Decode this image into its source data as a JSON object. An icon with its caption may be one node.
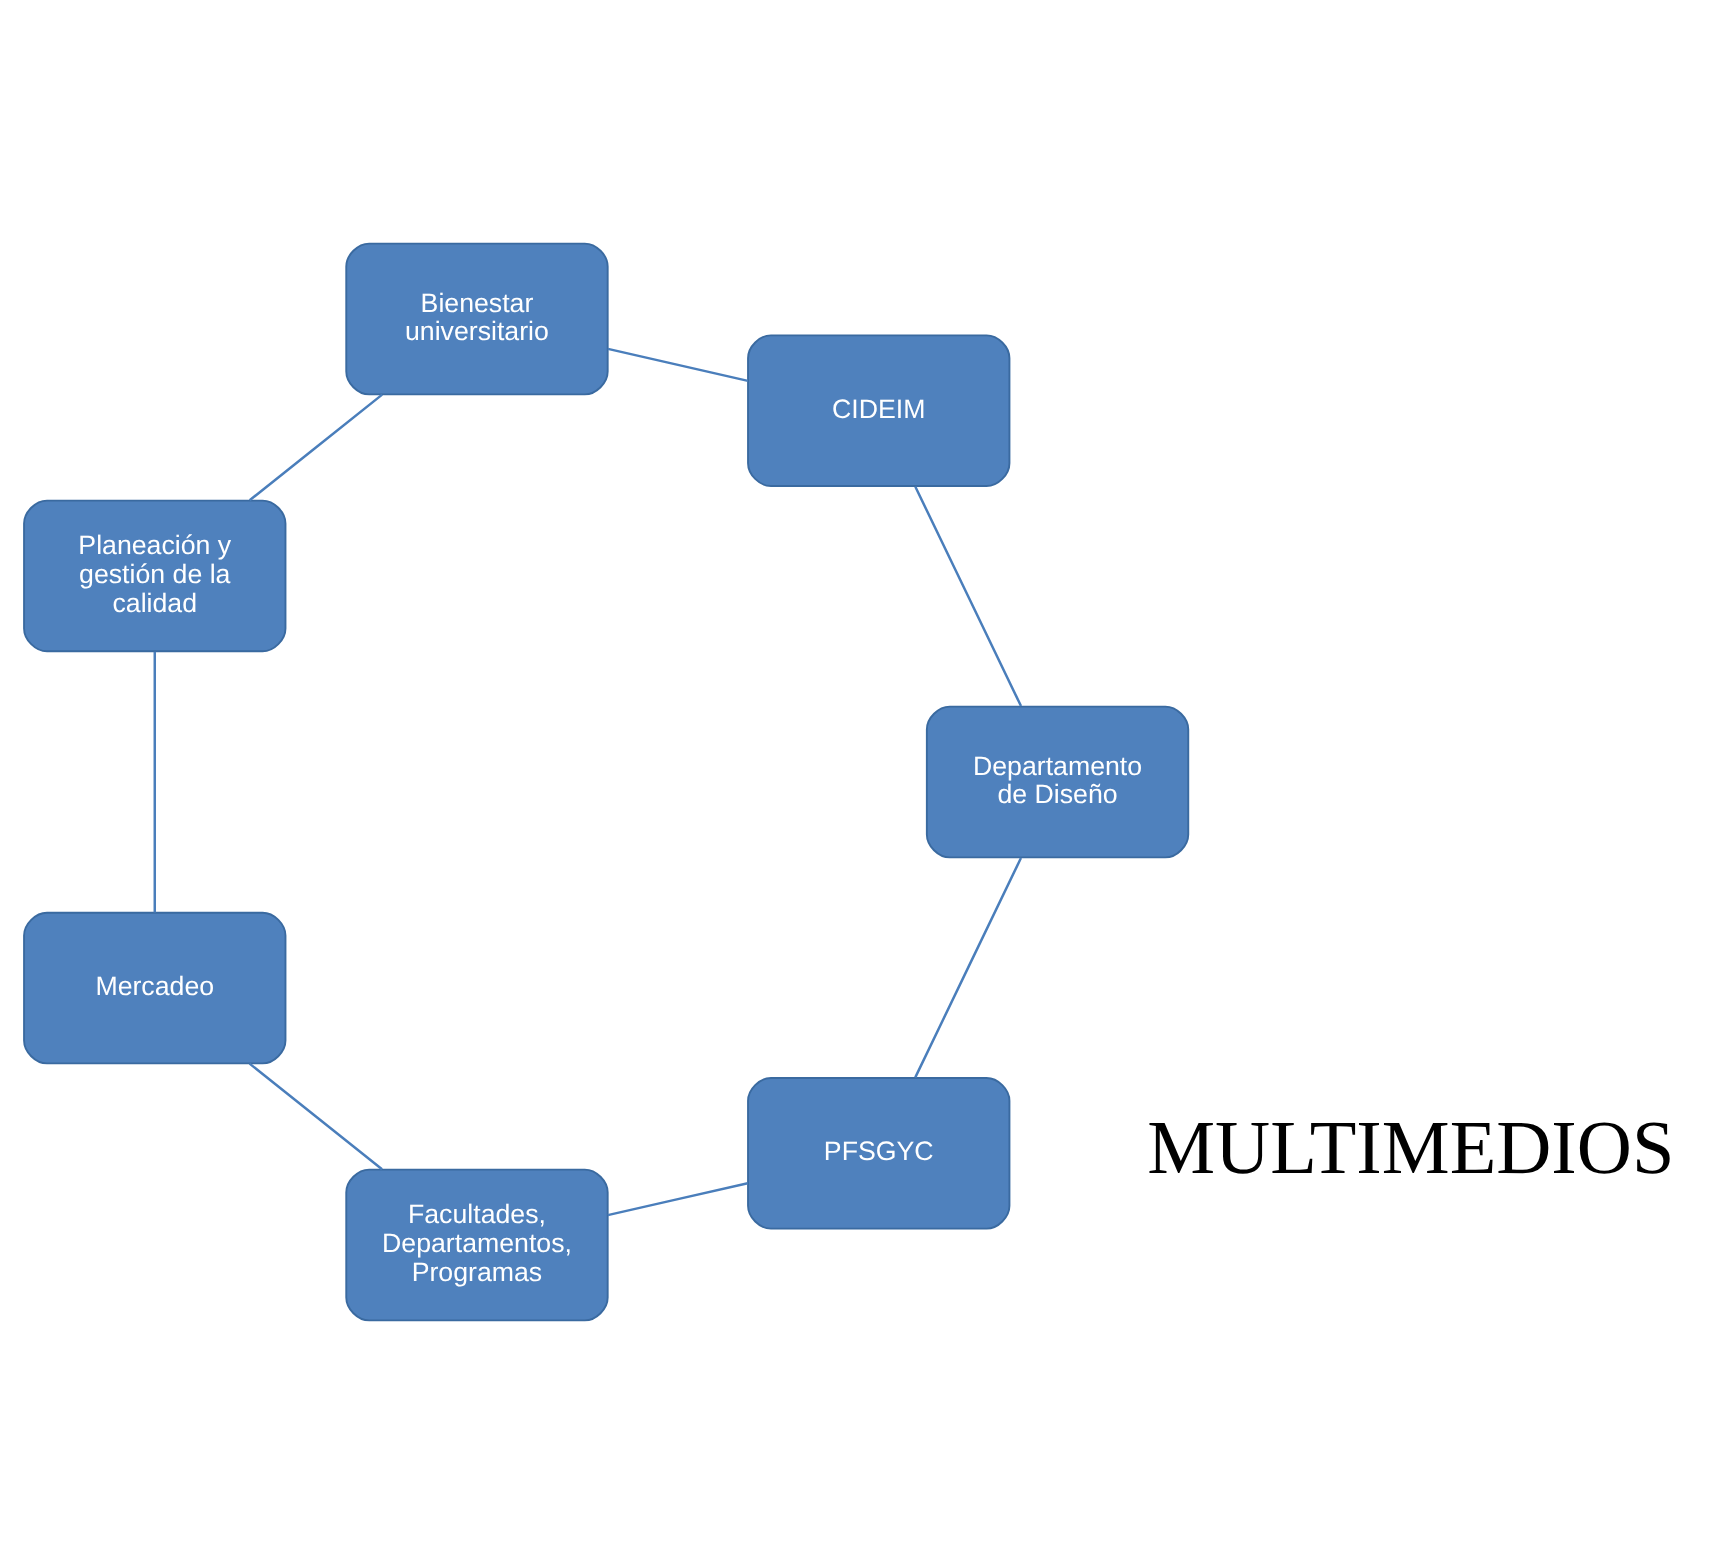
{
  "diagram": {
    "nodes": [
      {
        "text": [
          "PFSGYC"
        ]
      },
      {
        "text": [
          "Facultades, Departamentos, Programas"
        ]
      },
      {
        "text": [
          "Mercadeo"
        ]
      },
      {
        "text": [
          "Planeación y gestión de la calidad"
        ]
      },
      {
        "text": [
          "Bienestar universitario"
        ]
      },
      {
        "text": [
          "CIDEIM"
        ]
      },
      {
        "text": [
          "Departamento de Diseño"
        ]
      }
    ],
    "edges": [
      {
        "from": 0,
        "to": 1,
        "arrow": "none"
      },
      {
        "from": 1,
        "to": 2,
        "arrow": "none"
      },
      {
        "from": 2,
        "to": 3,
        "arrow": "none"
      },
      {
        "from": 3,
        "to": 4,
        "arrow": "none"
      },
      {
        "from": 4,
        "to": 5,
        "arrow": "none"
      },
      {
        "from": 5,
        "to": 6,
        "arrow": "none"
      },
      {
        "from": 6,
        "to": 0,
        "arrow": "none"
      }
    ],
    "labels": [
      "MULTIMEDIOS"
    ]
  }
}
